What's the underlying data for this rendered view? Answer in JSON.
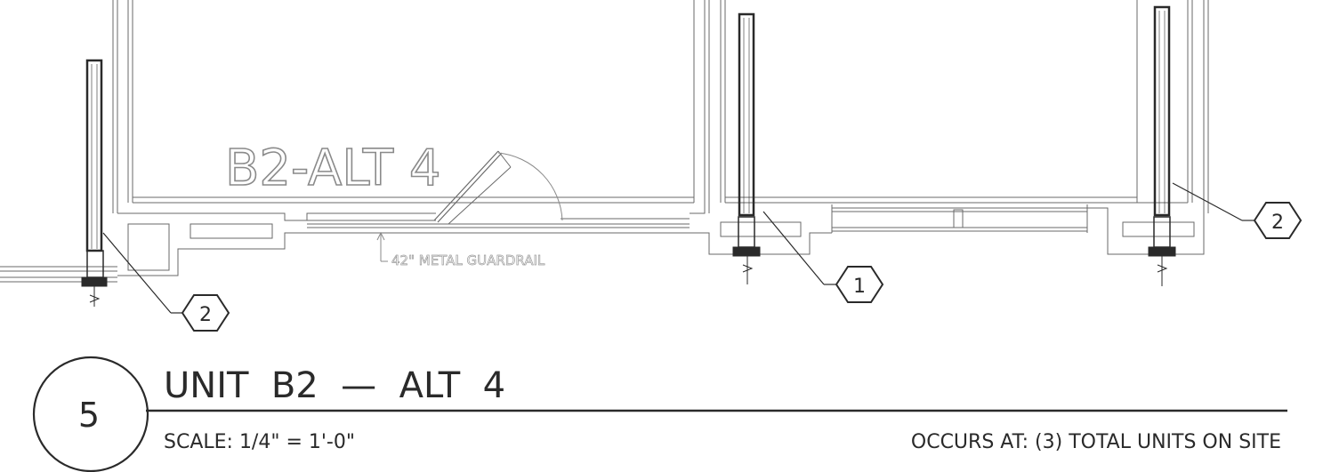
{
  "plan": {
    "watermark_label": "B2-ALT 4",
    "guardrail_note": "42\" METAL GUARDRAIL"
  },
  "callouts": [
    {
      "number": "2"
    },
    {
      "number": "1"
    },
    {
      "number": "2"
    }
  ],
  "title_block": {
    "detail_number": "5",
    "title": "UNIT  B2  —  ALT  4",
    "scale": "SCALE: 1/4\" = 1'-0\"",
    "occurs_at": "OCCURS AT: (3) TOTAL UNITS ON SITE"
  },
  "colors": {
    "ink": "#2a2a2a",
    "faint": "#8a8a8a",
    "label_gray": "#9a9a9a"
  }
}
